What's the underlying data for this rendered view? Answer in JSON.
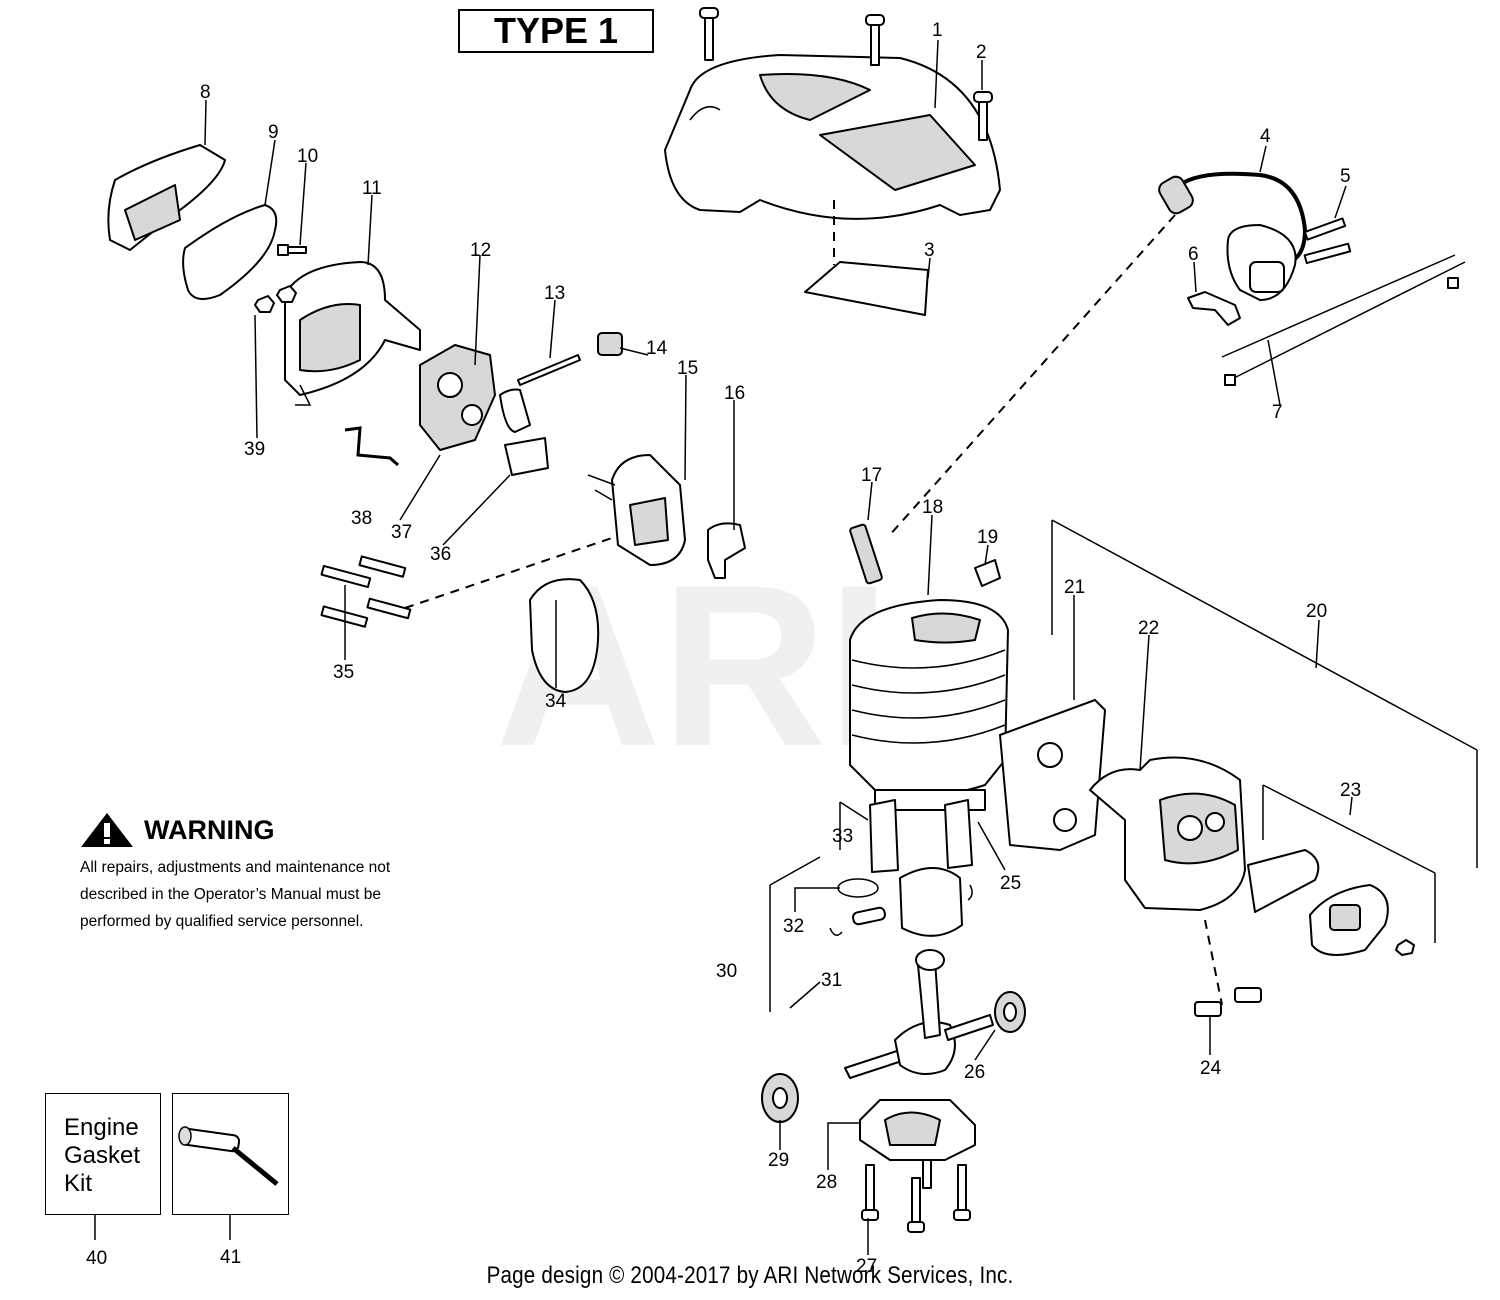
{
  "type_label": "TYPE 1",
  "watermark": "ARI",
  "warning": {
    "title": "WARNING",
    "text": "All repairs, adjustments and maintenance not described in the Operator’s Manual must be performed by qualified  service personnel."
  },
  "kit": {
    "label": "Engine Gasket Kit"
  },
  "footer": "Page design © 2004-2017 by ARI Network Services, Inc.",
  "parts": [
    "1",
    "2",
    "3",
    "4",
    "5",
    "6",
    "7",
    "8",
    "9",
    "10",
    "11",
    "12",
    "13",
    "14",
    "15",
    "16",
    "17",
    "18",
    "19",
    "20",
    "21",
    "22",
    "23",
    "24",
    "25",
    "26",
    "27",
    "28",
    "29",
    "30",
    "31",
    "32",
    "33",
    "34",
    "35",
    "36",
    "37",
    "38",
    "39",
    "40",
    "41"
  ]
}
